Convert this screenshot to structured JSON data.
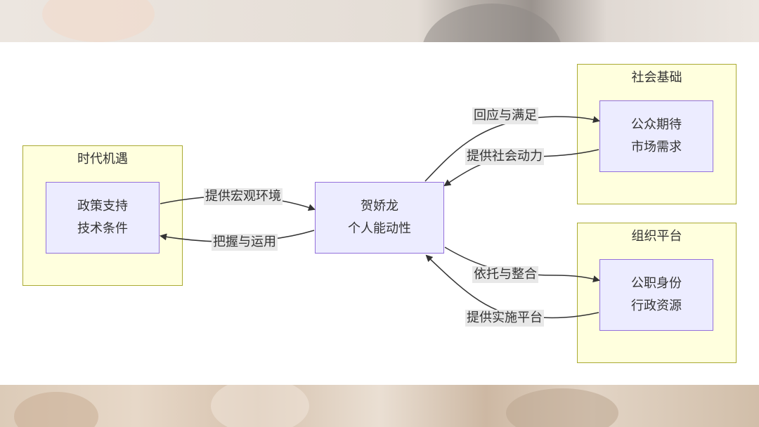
{
  "groups": {
    "era": {
      "title": "时代机遇"
    },
    "society": {
      "title": "社会基础"
    },
    "org": {
      "title": "组织平台"
    }
  },
  "nodes": {
    "policy": {
      "line1": "政策支持",
      "line2": "技术条件"
    },
    "hejiaolong": {
      "line1": "贺娇龙",
      "line2": "个人能动性"
    },
    "public": {
      "line1": "公众期待",
      "line2": "市场需求"
    },
    "post": {
      "line1": "公职身份",
      "line2": "行政资源"
    }
  },
  "edges": {
    "policy_to_he": "提供宏观环境",
    "he_to_policy": "把握与运用",
    "he_to_public": "回应与满足",
    "public_to_he": "提供社会动力",
    "he_to_post": "依托与整合",
    "post_to_he": "提供实施平台"
  },
  "colors": {
    "group_fill": "#ffffde",
    "group_border": "#aaaa33",
    "node_fill": "#ececff",
    "node_border": "#9370db",
    "edge": "#333333",
    "label_bg": "#e8e8e8"
  }
}
